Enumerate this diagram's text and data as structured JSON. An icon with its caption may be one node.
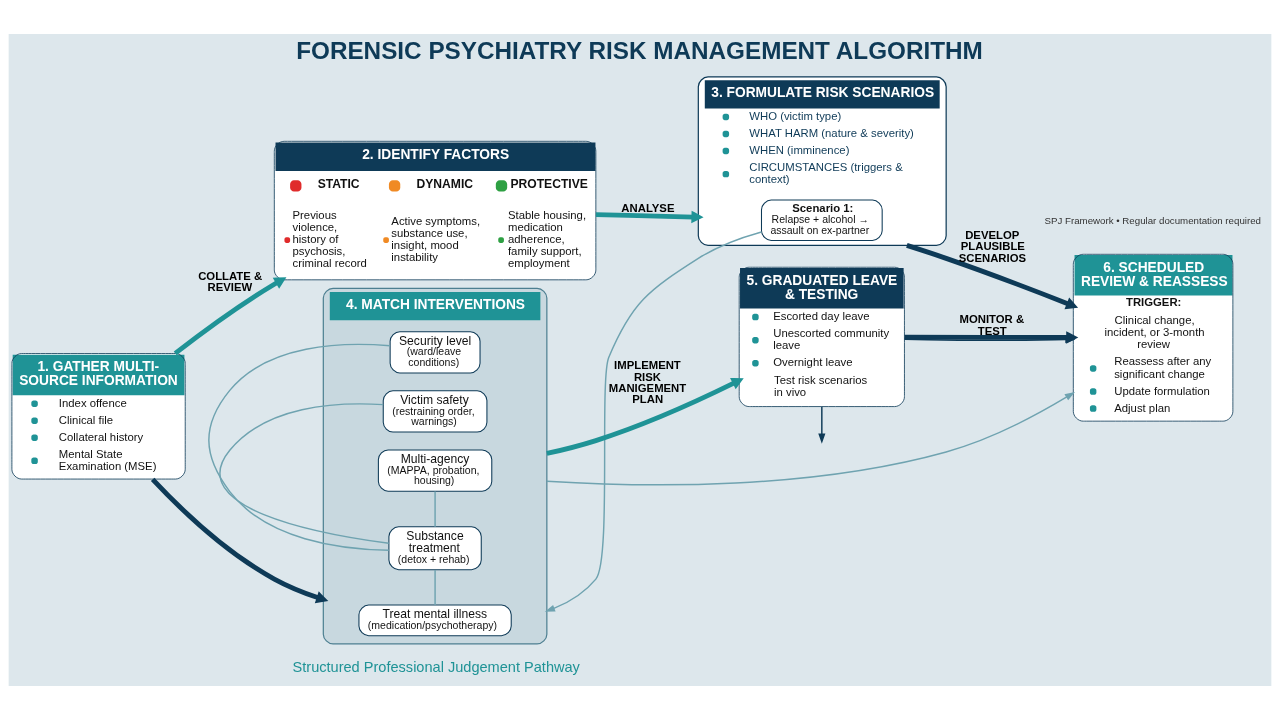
{
  "diagram": {
    "title": "FORENSIC PSYCHIATRY RISK MANAGEMENT ALGORITHM",
    "nodes": [
      {
        "text": [
          "1. GATHER MULTI-SOURCE INFORMATION",
          "Index offence",
          "Clinical file",
          "Collateral history",
          "Mental State Examination (MSE)"
        ]
      },
      {
        "text": [
          "2. IDENTIFY FACTORS",
          "STATIC",
          "Previous violence, history of psychosis, criminal record",
          "DYNAMIC",
          "Active symptoms, substance use, insight, mood instability",
          "PROTECTIVE",
          "Stable housing, medication adherence, family support, employment"
        ]
      },
      {
        "text": [
          "3. FORMULATE RISK SCENARIOS",
          "WHO (victim type)",
          "WHAT HARM (nature & severity)",
          "WHEN (imminence)",
          "CIRCUMSTANCES (triggers & context)"
        ]
      },
      {
        "text": [
          "Scenario 1:",
          "Relapse + alcohol → assault on ex-partner"
        ],
        "in": 2
      },
      {
        "text": [
          "4. MATCH INTERVENTIONS"
        ]
      },
      {
        "text": [
          "Treat mental illness",
          "(medication/psychotherapy)"
        ],
        "in": 4
      },
      {
        "text": [
          "Substance treatment",
          "(detox + rehab)"
        ],
        "in": 4
      },
      {
        "text": [
          "Security level",
          "(ward/leave conditions)"
        ],
        "in": 4
      },
      {
        "text": [
          "Victim safety",
          "(restraining order, warnings)"
        ],
        "in": 4
      },
      {
        "text": [
          "Multi-agency",
          "(MAPPA, probation, housing)"
        ],
        "in": 4
      },
      {
        "text": [
          "5. GRADUATED LEAVE & TESTING",
          "Escorted day leave",
          "Unescorted community leave",
          "Overnight leave",
          "Test risk scenarios in vivo"
        ]
      },
      {
        "text": [
          "6. SCHEDULED REVIEW & REASSESS",
          "TRIGGER:",
          "Clinical change, incident, or 3-month review",
          "Reassess after any significant change",
          "Update formulation",
          "Adjust plan"
        ]
      }
    ],
    "edges": [
      {
        "from": 0,
        "to": 1,
        "arrow": "to",
        "label": "COLLATE & REVIEW",
        "style": "thick",
        "color": "#1f9396"
      },
      {
        "from": 1,
        "to": 2,
        "arrow": "to",
        "label": "ANALYSE",
        "style": "thick",
        "color": "#1f9396"
      },
      {
        "from": 0,
        "to": 4,
        "arrow": "to",
        "style": "thick",
        "color": "#0e3a57"
      },
      {
        "from": 2,
        "to": 11,
        "arrow": "to",
        "label": "DEVELOP PLAUSIBLE SCENARIOS",
        "style": "thick",
        "color": "#0e3a57"
      },
      {
        "from": 3,
        "to": 4,
        "arrow": "to"
      },
      {
        "from": 5,
        "to": 6,
        "arrow": "none"
      },
      {
        "from": 6,
        "to": 7,
        "arrow": "none"
      },
      {
        "from": 6,
        "to": 8,
        "arrow": "none"
      },
      {
        "from": 6,
        "to": 9,
        "arrow": "none"
      },
      {
        "from": 4,
        "to": 10,
        "arrow": "to",
        "label": "IMPLEMENT RISK MANIGEMENT PLAN",
        "style": "thick",
        "color": "#1f9396"
      },
      {
        "from": 10,
        "to": 11,
        "arrow": "to",
        "label": "MONITOR & TEST",
        "style": "thick",
        "color": "#0e3a57"
      },
      {
        "from": 10,
        "to": null,
        "arrow": "to",
        "color": "#0e3a57"
      },
      {
        "from": 10,
        "to": 11,
        "arrow": "to",
        "color": "#0e3a57"
      },
      {
        "from": 4,
        "to": 11,
        "arrow": "to"
      }
    ],
    "labels": [
      "Structured Professional Judgement Pathway",
      "SPJ Framework • Regular documentation required"
    ]
  }
}
